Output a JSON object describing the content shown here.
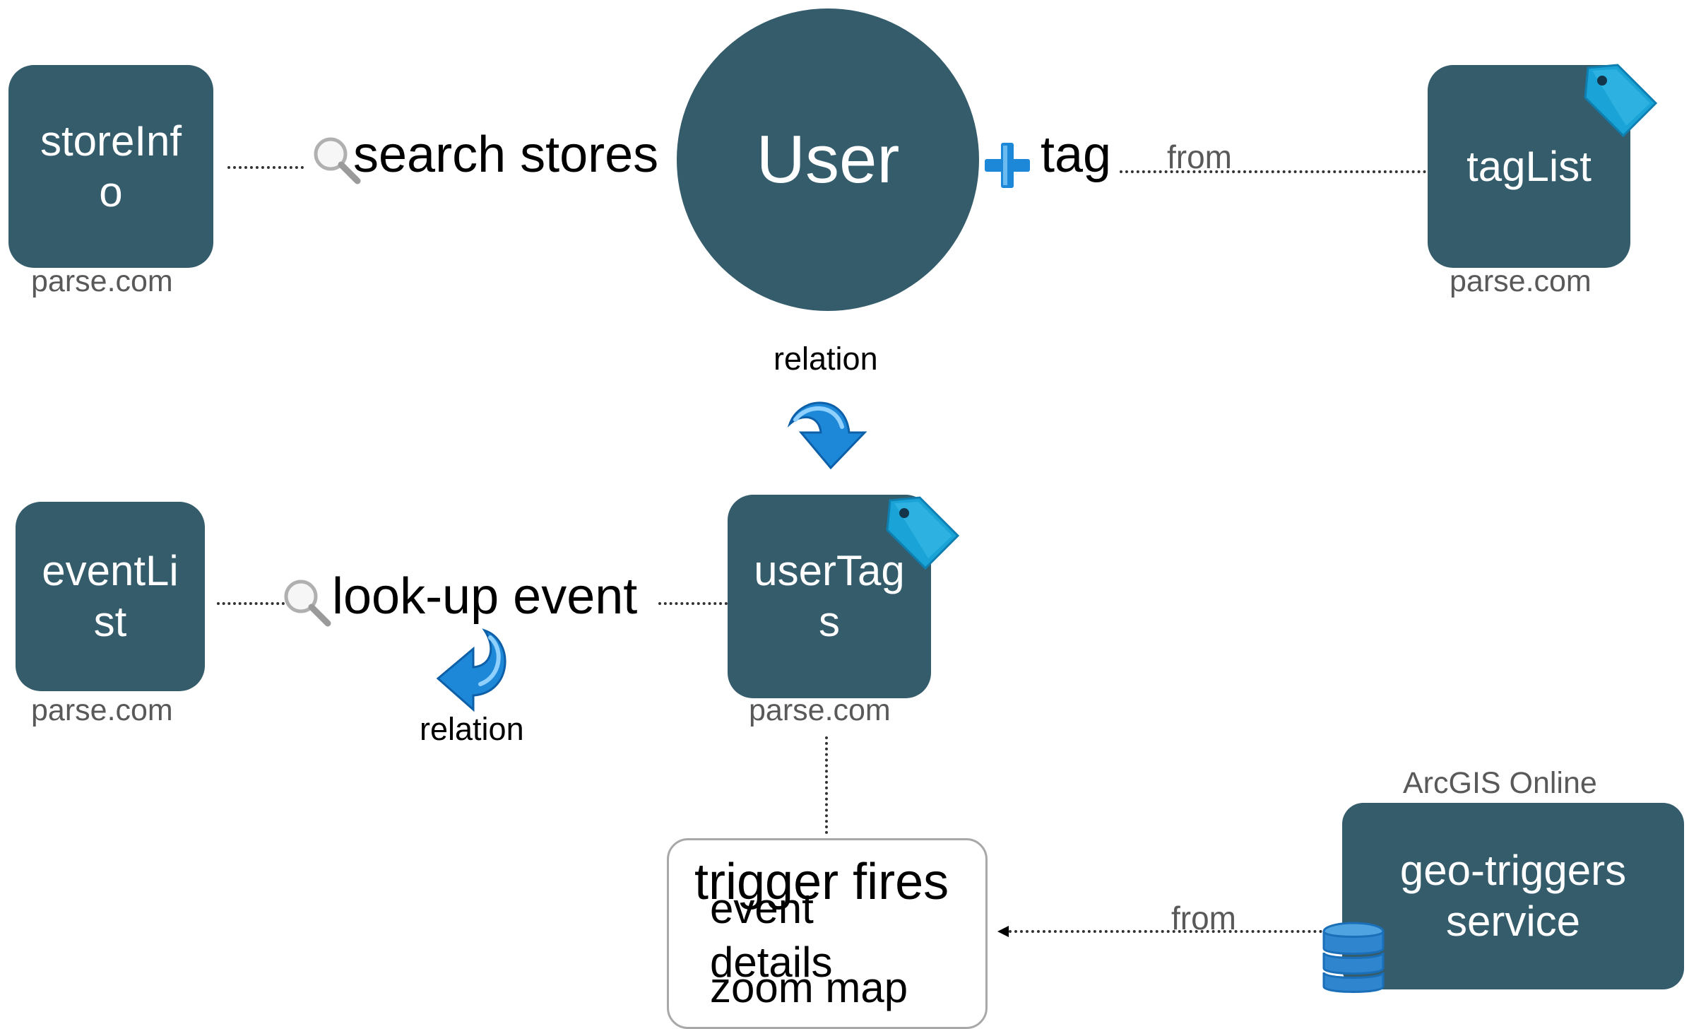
{
  "nodes": {
    "store_info": {
      "lines": [
        "storeInf",
        "o"
      ],
      "caption": "parse.com"
    },
    "user": {
      "label": "User"
    },
    "tag_list": {
      "label": "tagList",
      "caption": "parse.com"
    },
    "event_list": {
      "lines": [
        "eventLi",
        "st"
      ],
      "caption": "parse.com"
    },
    "user_tags": {
      "lines": [
        "userTag",
        "s"
      ],
      "caption": "parse.com"
    },
    "geo_triggers": {
      "lines": [
        "geo-triggers",
        "service"
      ],
      "caption": "ArcGIS Online"
    },
    "trigger_box": {
      "title": "trigger fires",
      "line1": "event",
      "line2": "details",
      "line3": "zoom map"
    }
  },
  "edges": {
    "search_stores": "search stores",
    "tag": "tag",
    "tag_from": "from",
    "relation_user_tags": "relation",
    "look_up_event": "look-up event",
    "relation_event": "relation",
    "geo_from": "from"
  },
  "icons": [
    "magnifier-icon",
    "plus-icon",
    "tag-icon",
    "curved-arrow-down-icon",
    "curved-arrow-left-icon",
    "database-icon"
  ],
  "colors": {
    "node_fill": "#345c6b",
    "caption": "#595959",
    "icon_blue": "#1e88d8"
  }
}
